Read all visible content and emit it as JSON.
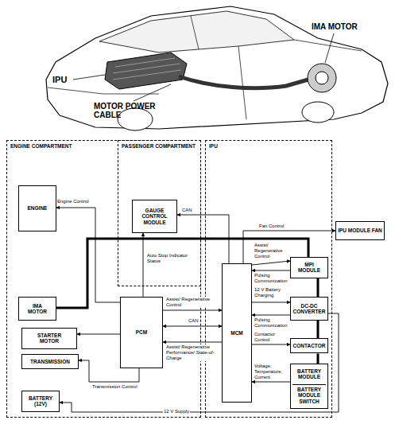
{
  "diagram": {
    "nodes": [
      {
        "text": [
          "ENGINE COMPARTMENT"
        ]
      },
      {
        "text": [
          "ENGINE"
        ],
        "in": 0
      },
      {
        "text": [
          "IMA MOTOR"
        ],
        "in": 0
      },
      {
        "text": [
          "PCM"
        ],
        "in": 0
      },
      {
        "text": [
          "STARTER MOTOR"
        ],
        "in": 0
      },
      {
        "text": [
          "TRANSMISSION"
        ],
        "in": 0
      },
      {
        "text": [
          "BATTERY (12V)"
        ],
        "in": 0
      },
      {
        "text": [
          "PASSENGER COMPARTMENT"
        ]
      },
      {
        "text": [
          "GAUGE CONTROL MODULE"
        ],
        "in": 7
      },
      {
        "text": [
          "IPU"
        ]
      },
      {
        "text": [
          "MCM"
        ],
        "in": 9
      },
      {
        "text": [
          "MPI MODULE"
        ],
        "in": 9
      },
      {
        "text": [
          "DC-DC CONVERTER"
        ],
        "in": 9
      },
      {
        "text": [
          "CONTACTOR"
        ],
        "in": 9
      },
      {
        "text": [
          "BATTERY MODULE",
          "BATTERY MODULE SWITCH"
        ],
        "in": 9
      },
      {
        "text": [
          "IPU MODULE FAN"
        ]
      }
    ],
    "edges": [
      {
        "from": 3,
        "to": 1,
        "arrow": "to",
        "label": "Engine Control"
      },
      {
        "from": 3,
        "to": 4,
        "arrow": "to"
      },
      {
        "from": 3,
        "to": 5,
        "arrow": "to",
        "label": "Transmission Control"
      },
      {
        "from": 3,
        "to": 8,
        "arrow": "to",
        "label": "Auto Stop Indicator Status"
      },
      {
        "from": 10,
        "to": 8,
        "arrow": "to",
        "label": "CAN"
      },
      {
        "from": 3,
        "to": 10,
        "arrow": "to",
        "label": "Assist/ Regenerative Control"
      },
      {
        "from": 3,
        "to": 10,
        "arrow": "both",
        "label": "CAN"
      },
      {
        "from": 10,
        "to": 3,
        "arrow": "to",
        "label": "Assist/ Regenerative Performance/ State-of-Charge"
      },
      {
        "from": 10,
        "to": 15,
        "arrow": "to",
        "label": "Fan Control"
      },
      {
        "from": 10,
        "to": 11,
        "arrow": "to",
        "label": "Assist/ Regenerative Control"
      },
      {
        "from": 11,
        "to": 10,
        "arrow": "to",
        "label": "Pulsing Communication"
      },
      {
        "from": 10,
        "to": 12,
        "arrow": "to",
        "label": "12 V Battery Charging"
      },
      {
        "from": 12,
        "to": 10,
        "arrow": "to",
        "label": "Pulsing Communication"
      },
      {
        "from": 10,
        "to": 13,
        "arrow": "to",
        "label": "Contactor Control"
      },
      {
        "from": 14,
        "to": 10,
        "arrow": "to",
        "label": "Voltage, Temperature, Current"
      },
      {
        "from": 12,
        "to": 6,
        "arrow": "to",
        "label": "12 V Supply"
      },
      {
        "from": 2,
        "to": 11,
        "arrow": "none"
      },
      {
        "from": 11,
        "to": 12,
        "arrow": "none"
      },
      {
        "from": 12,
        "to": 13,
        "arrow": "none"
      },
      {
        "from": 13,
        "to": 14,
        "arrow": "none"
      }
    ],
    "labels": [
      "IPU",
      "MOTOR POWER CABLE",
      "IMA MOTOR"
    ]
  }
}
